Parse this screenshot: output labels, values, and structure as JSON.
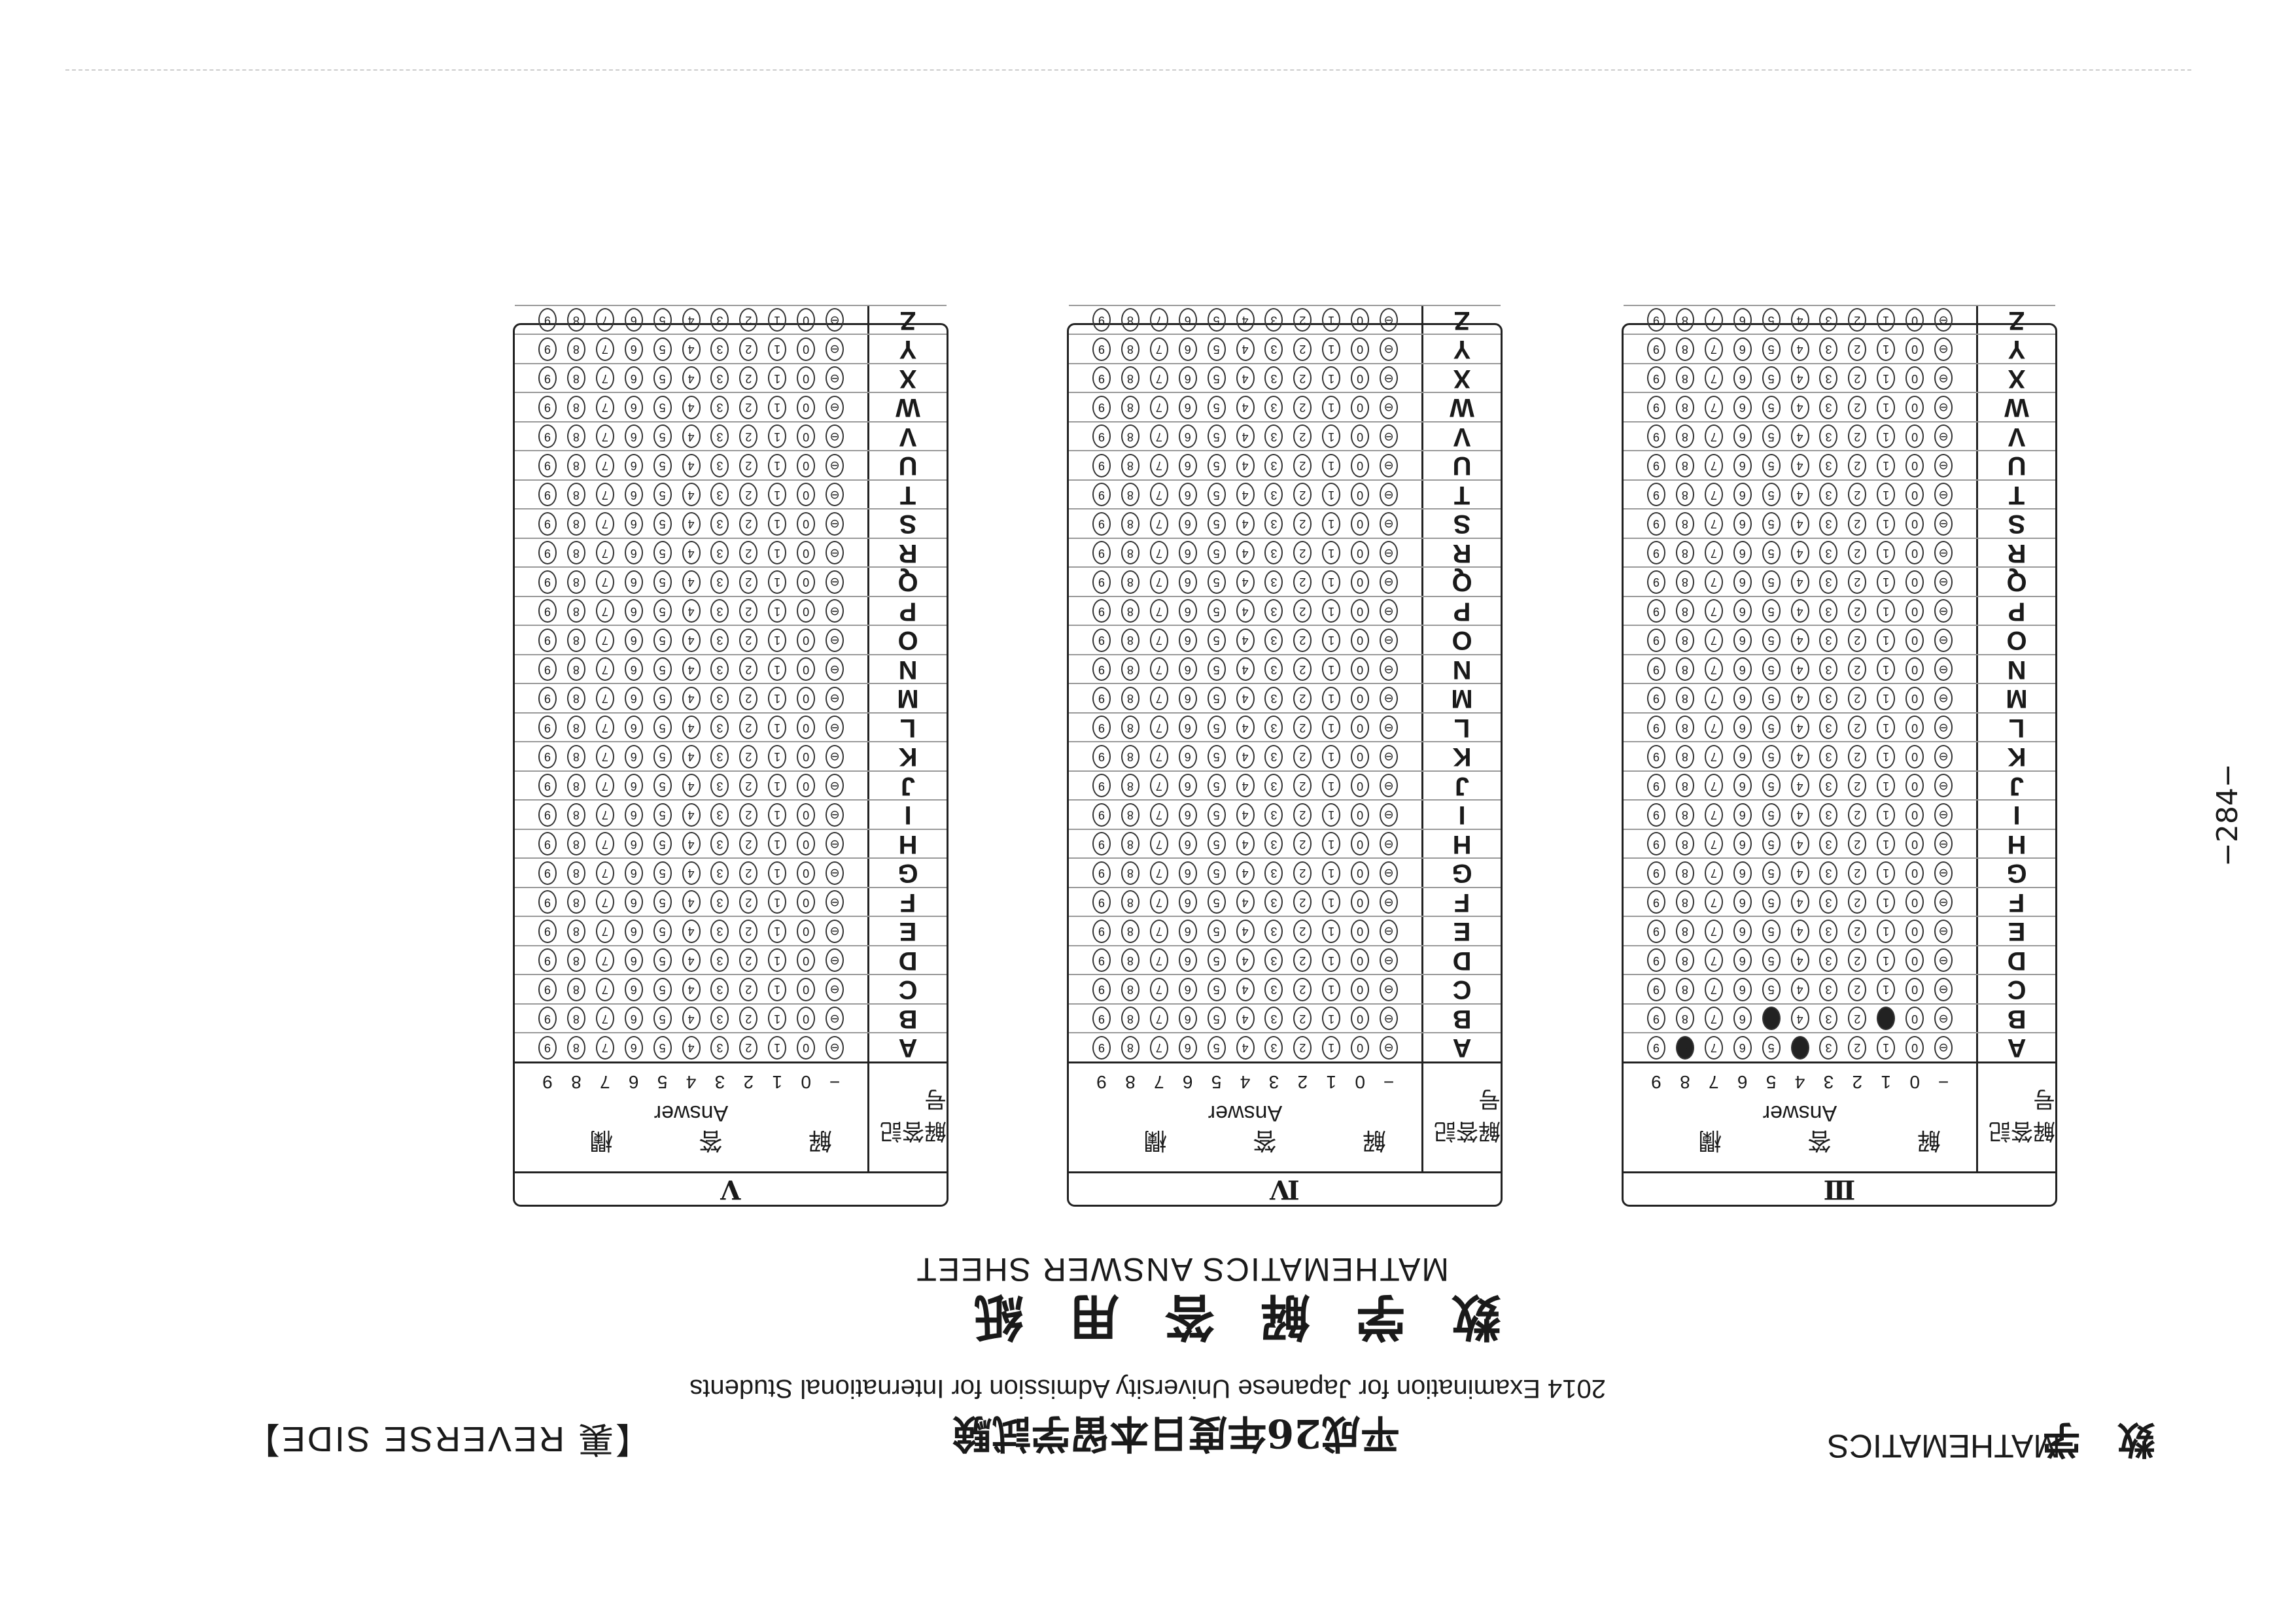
{
  "header": {
    "page_number": "−284−",
    "subject_jp": "数 学",
    "subject_en": "MATHEMATICS",
    "exam_title_jp": "平成26年度日本留学試験",
    "exam_title_en": "2014 Examination for Japanese University Admission for International Students",
    "sheet_title_jp": "数学解答用紙",
    "sheet_title_en": "MATHEMATICS ANSWER SHEET",
    "reverse_label": "【裏 REVERSE SIDE】"
  },
  "answer_header": {
    "label": "解答記号",
    "kaito": "解 答 欄",
    "answer_en": "Answer",
    "digits": [
      "−",
      "0",
      "1",
      "2",
      "3",
      "4",
      "5",
      "6",
      "7",
      "8",
      "9"
    ]
  },
  "blocks": [
    {
      "id": "block-3",
      "number": "Ⅲ",
      "marks": {
        "A": [
          "4",
          "8"
        ],
        "B": [
          "1",
          "5"
        ]
      }
    },
    {
      "id": "block-4",
      "number": "Ⅳ",
      "marks": {}
    },
    {
      "id": "block-5",
      "number": "Ⅴ",
      "marks": {}
    }
  ],
  "row_letters": [
    "A",
    "B",
    "C",
    "D",
    "E",
    "F",
    "G",
    "H",
    "I",
    "J",
    "K",
    "L",
    "M",
    "N",
    "O",
    "P",
    "Q",
    "R",
    "S",
    "T",
    "U",
    "V",
    "W",
    "X",
    "Y",
    "Z"
  ],
  "bubble_symbols": [
    "⊖",
    "0",
    "1",
    "2",
    "3",
    "4",
    "5",
    "6",
    "7",
    "8",
    "9"
  ]
}
